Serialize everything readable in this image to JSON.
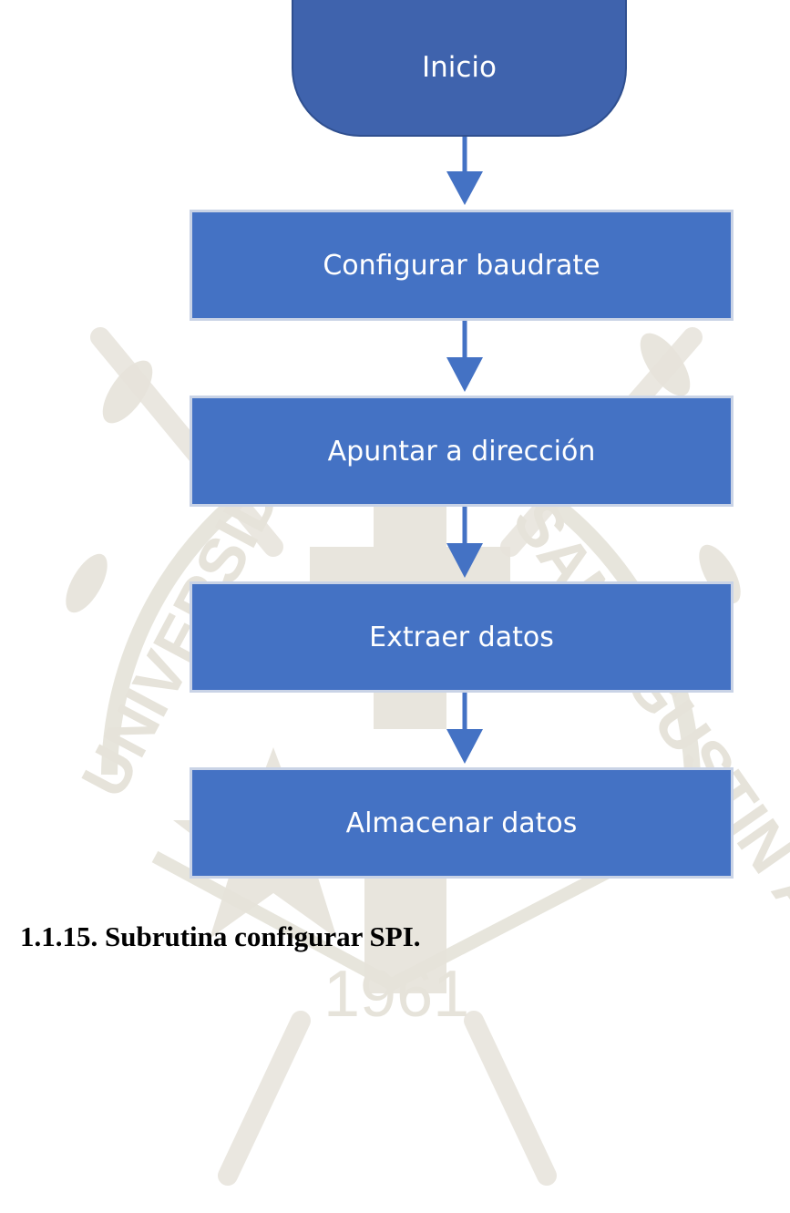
{
  "flowchart": {
    "start_label": "Inicio",
    "steps": [
      {
        "label": "Configurar baudrate"
      },
      {
        "label": "Apuntar a dirección"
      },
      {
        "label": "Extraer datos"
      },
      {
        "label": "Almacenar datos"
      }
    ]
  },
  "caption": {
    "text": "1.1.15. Subrutina configurar SPI."
  },
  "watermark": {
    "letters_left": "UNIVERSIDAD",
    "letters_right": "SAN AGUSTIN AREQUIPA",
    "year": "1961",
    "color": "#d9d6cc"
  },
  "colors": {
    "start_fill": "#3f63ad",
    "process_fill": "#4472c4",
    "connector": "#4472c4",
    "text": "#ffffff"
  }
}
